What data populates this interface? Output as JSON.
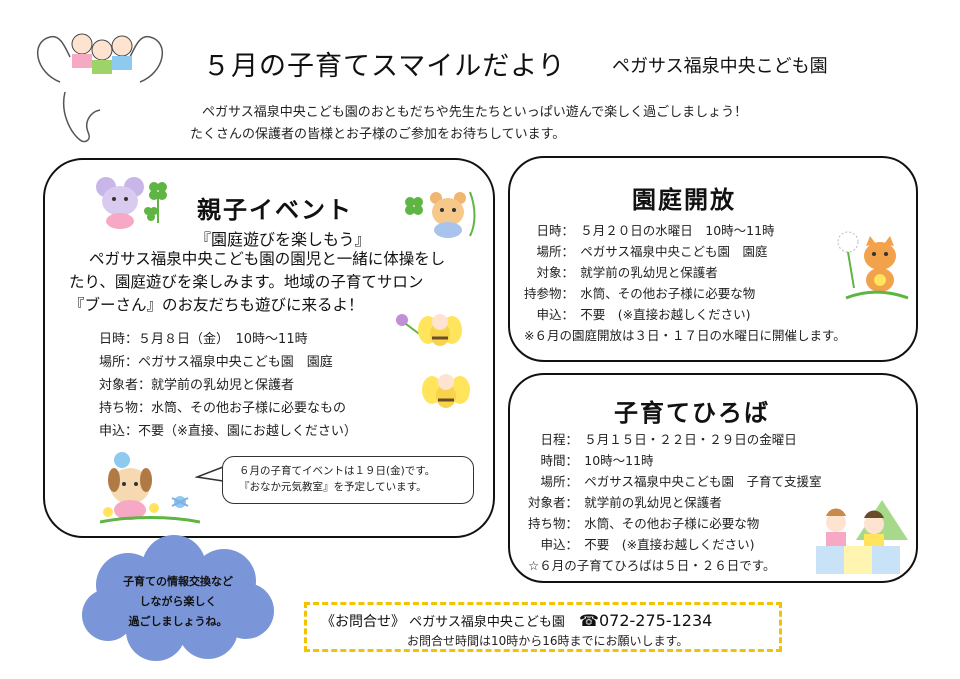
{
  "header": {
    "title": "５月の子育てスマイルだより",
    "org": "ペガサス福泉中央こども園"
  },
  "intro": {
    "line1": "ペガサス福泉中央こども園のおともだちや先生たちといっぱい遊んで楽しく過ごしましょう！",
    "line2": "たくさんの保護者の皆様とお子様のご参加をお待ちしています。"
  },
  "event": {
    "title": "親子イベント",
    "subtitle": "『園庭遊びを楽しもう』",
    "body": [
      "ペガサス福泉中央こども園の園児と一緒に体操をし",
      "たり、園庭遊びを楽しみます。地域の子育てサロン",
      "『ブーさん』のお友だちも遊びに来るよ！"
    ],
    "details": [
      "日時：５月８日（金）　10時～11時",
      "場所：ペガサス福泉中央こども園　園庭",
      "対象者：就学前の乳幼児と保護者",
      "持ち物：水筒、その他お子様に必要なもの",
      "申込：不要（※直接、園にお越しください）"
    ],
    "bubble": [
      "６月の子育てイベントは１９日(金)です。",
      "『おなか元気教室』を予定しています。"
    ]
  },
  "garden": {
    "title": "園庭開放",
    "details": [
      "　日時：　５月２０日の水曜日　10時～11時",
      "　場所：　ペガサス福泉中央こども園　園庭",
      "　対象：　就学前の乳幼児と保護者",
      "持参物：　水筒、その他お子様に必要な物",
      "　申込：　不要　(※直接お越しください)",
      "※６月の園庭開放は３日・１７日の水曜日に開催します。"
    ]
  },
  "hiroba": {
    "title": "子育てひろば",
    "details": [
      "　日程：　５月１５日・２２日・２９日の金曜日",
      "　時間：　10時～11時",
      "　場所：　ペガサス福泉中央こども園　子育て支援室",
      "対象者：　就学前の乳幼児と保護者",
      "持ち物：　水筒、その他お子様に必要な物",
      "　申込：　不要　(※直接お越しください)",
      "☆６月の子育てひろばは５日・２６日です。"
    ]
  },
  "cloud": {
    "lines": [
      "子育ての情報交換など",
      "しながら楽しく",
      "過ごしましょうね。"
    ],
    "color": "#7b96d8"
  },
  "contact": {
    "label": "《お問合せ》",
    "org": "ペガサス福泉中央こども園",
    "tel": "☎072-275-1234",
    "hours": "お問合せ時間は10時から16時までにお願いします。",
    "border_color": "#f2c300"
  },
  "icons": {
    "logo": "pegasus-children-logo",
    "mouse": "mouse-clover-illustration",
    "bear": "bear-clover-illustration",
    "bees": "bee-illustration",
    "dog": "dog-flower-illustration",
    "cat": "cat-dandelion-illustration",
    "kids": "children-playing-illustration"
  }
}
